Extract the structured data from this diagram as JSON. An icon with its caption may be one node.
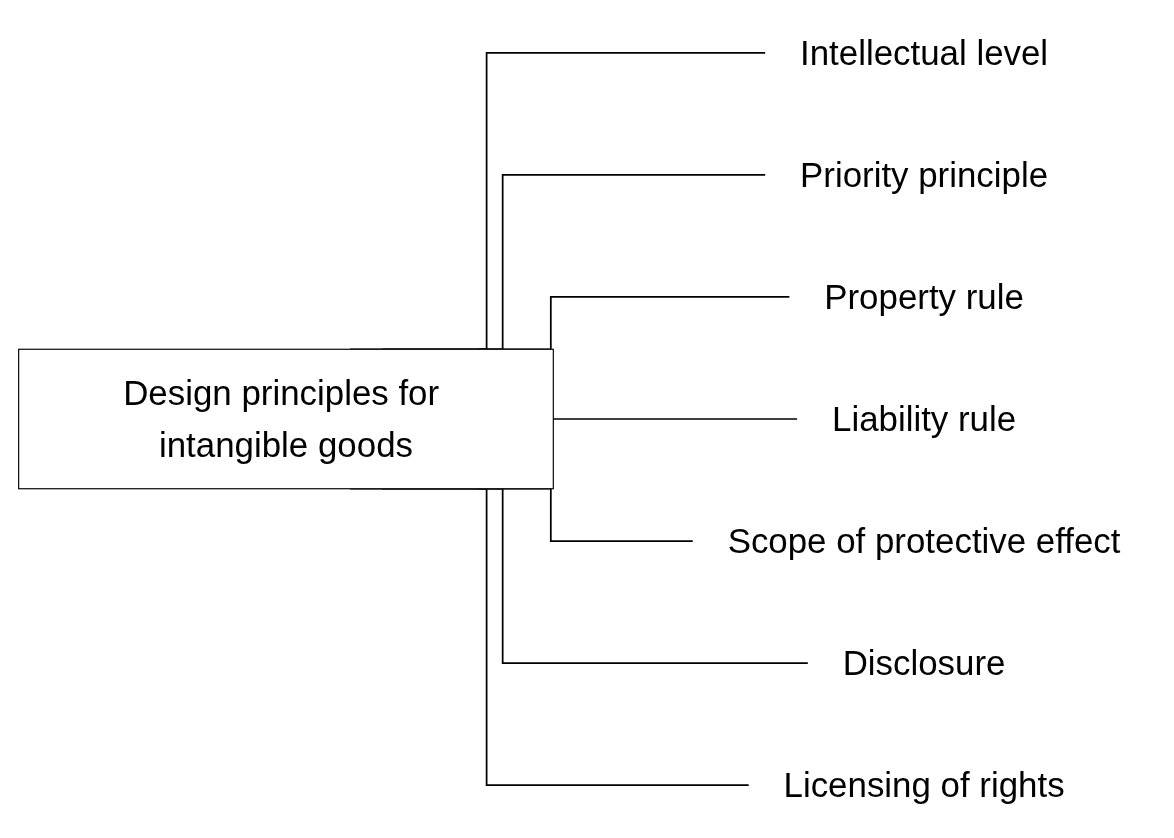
{
  "diagram": {
    "nodes": [
      {
        "text": [
          "Design principles for intangible goods"
        ]
      },
      {
        "text": [
          "Intellectual level"
        ]
      },
      {
        "text": [
          "Priority principle"
        ]
      },
      {
        "text": [
          "Property rule"
        ]
      },
      {
        "text": [
          "Liability rule"
        ]
      },
      {
        "text": [
          "Scope of protective effect"
        ]
      },
      {
        "text": [
          "Disclosure"
        ]
      },
      {
        "text": [
          "Licensing of rights"
        ]
      }
    ],
    "edges": [
      {
        "from": 0,
        "to": 1,
        "arrow": "none"
      },
      {
        "from": 0,
        "to": 2,
        "arrow": "none"
      },
      {
        "from": 0,
        "to": 3,
        "arrow": "none"
      },
      {
        "from": 0,
        "to": 4,
        "arrow": "none"
      },
      {
        "from": 0,
        "to": 5,
        "arrow": "none"
      },
      {
        "from": 0,
        "to": 6,
        "arrow": "none"
      },
      {
        "from": 0,
        "to": 7,
        "arrow": "none"
      }
    ]
  }
}
